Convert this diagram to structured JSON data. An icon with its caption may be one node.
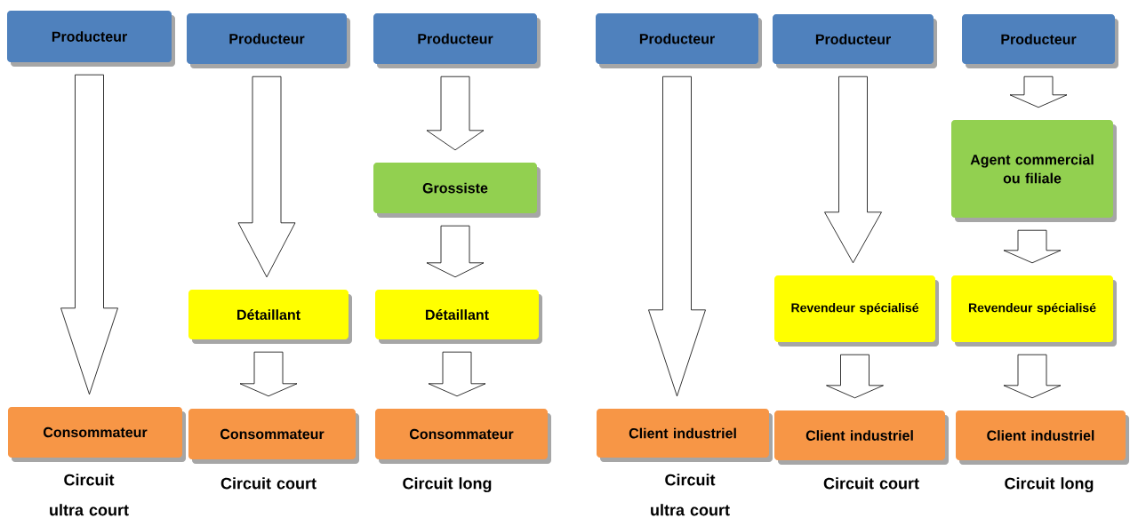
{
  "diagram": {
    "nodes": [
      {
        "text": [
          "Producteur"
        ]
      },
      {
        "text": [
          "Consommateur"
        ]
      },
      {
        "text": [
          "Producteur"
        ]
      },
      {
        "text": [
          "Détaillant"
        ]
      },
      {
        "text": [
          "Consommateur"
        ]
      },
      {
        "text": [
          "Producteur"
        ]
      },
      {
        "text": [
          "Grossiste"
        ]
      },
      {
        "text": [
          "Détaillant"
        ]
      },
      {
        "text": [
          "Consommateur"
        ]
      },
      {
        "text": [
          "Producteur"
        ]
      },
      {
        "text": [
          "Client industriel"
        ]
      },
      {
        "text": [
          "Producteur"
        ]
      },
      {
        "text": [
          "Revendeur spécialisé"
        ]
      },
      {
        "text": [
          "Client industriel"
        ]
      },
      {
        "text": [
          "Producteur"
        ]
      },
      {
        "text": [
          "Agent commercial ou filiale"
        ]
      },
      {
        "text": [
          "Revendeur spécialisé"
        ]
      },
      {
        "text": [
          "Client industriel"
        ]
      }
    ],
    "edges": [
      {
        "from": 0,
        "to": 1,
        "arrow": "to"
      },
      {
        "from": 2,
        "to": 3,
        "arrow": "to"
      },
      {
        "from": 3,
        "to": 4,
        "arrow": "to"
      },
      {
        "from": 5,
        "to": 6,
        "arrow": "to"
      },
      {
        "from": 6,
        "to": 7,
        "arrow": "to"
      },
      {
        "from": 7,
        "to": 8,
        "arrow": "to"
      },
      {
        "from": 9,
        "to": 10,
        "arrow": "to"
      },
      {
        "from": 11,
        "to": 12,
        "arrow": "to"
      },
      {
        "from": 12,
        "to": 13,
        "arrow": "to"
      },
      {
        "from": 14,
        "to": 15,
        "arrow": "to"
      },
      {
        "from": 15,
        "to": 16,
        "arrow": "to"
      },
      {
        "from": 16,
        "to": 17,
        "arrow": "to"
      }
    ],
    "labels": [
      "Circuit ultra court",
      "Circuit court",
      "Circuit long",
      "Circuit ultra court",
      "Circuit court",
      "Circuit long"
    ]
  }
}
